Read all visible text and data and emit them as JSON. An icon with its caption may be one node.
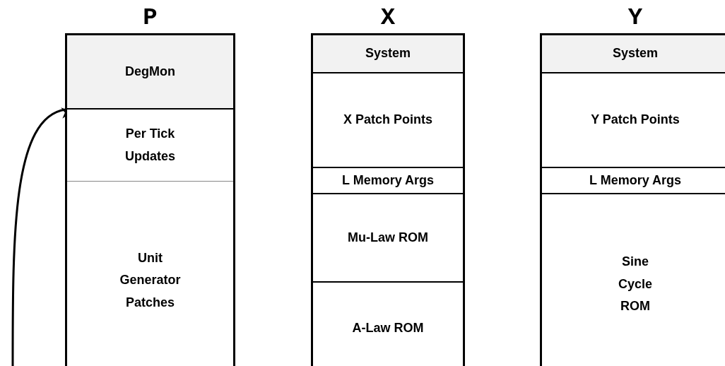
{
  "diagram": {
    "nodes": [
      {
        "text": [
          "P"
        ]
      },
      {
        "text": [
          "DegMon"
        ],
        "in": 0
      },
      {
        "text": [
          "Per Tick Updates"
        ],
        "in": 0
      },
      {
        "text": [
          "Unit Generator Patches"
        ],
        "in": 0
      },
      {
        "text": [
          "X"
        ]
      },
      {
        "text": [
          "System"
        ],
        "in": 4
      },
      {
        "text": [
          "X Patch Points"
        ],
        "in": 4
      },
      {
        "text": [
          "L Memory Args"
        ],
        "in": 4
      },
      {
        "text": [
          "Mu-Law ROM"
        ],
        "in": 4
      },
      {
        "text": [
          "A-Law ROM"
        ],
        "in": 4
      },
      {
        "text": [
          "Y"
        ]
      },
      {
        "text": [
          "System"
        ],
        "in": 10
      },
      {
        "text": [
          "Y Patch Points"
        ],
        "in": 10
      },
      {
        "text": [
          "L Memory Args"
        ],
        "in": 10
      },
      {
        "text": [
          "Sine Cycle ROM"
        ],
        "in": 10
      }
    ],
    "edges": [
      {
        "from": null,
        "to": 2,
        "arrow": "to"
      }
    ]
  }
}
